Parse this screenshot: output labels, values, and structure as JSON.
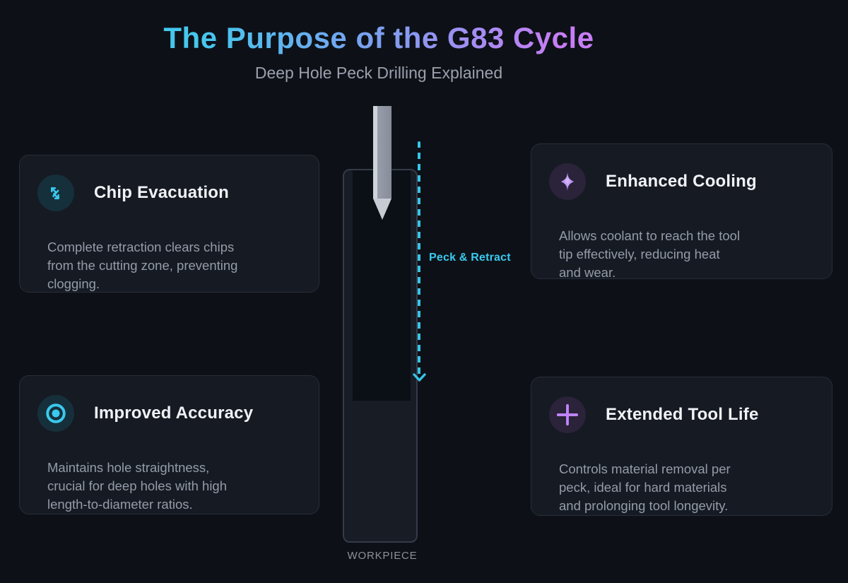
{
  "page": {
    "title": "The Purpose of the G83 Cycle",
    "subtitle": "Deep Hole Peck Drilling Explained"
  },
  "diagram": {
    "flow_label": "Peck & Retract",
    "workpiece_label": "WORKPIECE",
    "elements": [
      "drill-bit",
      "workpiece",
      "drilled-hole",
      "peck-retract-dashed-arrow"
    ]
  },
  "cards": [
    {
      "id": "chip-evacuation",
      "icon": "chips-scatter-arrows-icon",
      "accent": "cyan",
      "title": "Chip Evacuation",
      "body": "Complete retraction clears chips\nfrom the cutting zone, preventing\nclogging."
    },
    {
      "id": "enhanced-cooling",
      "icon": "sparkle-icon",
      "accent": "purple",
      "title": "Enhanced Cooling",
      "body": "Allows coolant to reach the tool\ntip effectively, reducing heat\nand wear."
    },
    {
      "id": "improved-accuracy",
      "icon": "target-circle-dot-icon",
      "accent": "cyan",
      "title": "Improved Accuracy",
      "body": "Maintains hole straightness,\ncrucial for deep holes with high\nlength-to-diameter ratios."
    },
    {
      "id": "extended-tool-life",
      "icon": "plus-icon",
      "accent": "purple",
      "title": "Extended Tool Life",
      "body": "Controls material removal per\npeck, ideal for hard materials\nand prolonging tool longevity."
    }
  ],
  "colors": {
    "background": "#0d1117",
    "card_background": "#151a23",
    "card_border": "#272e3a",
    "accent_cyan": "#3ac9ef",
    "accent_purple": "#c084fc",
    "title_gradient_start": "#45c8ee",
    "title_gradient_mid": "#7d9ff0",
    "title_gradient_end": "#c77df5",
    "body_text": "#959ca7",
    "drill_gray": "#9aa0ab"
  }
}
